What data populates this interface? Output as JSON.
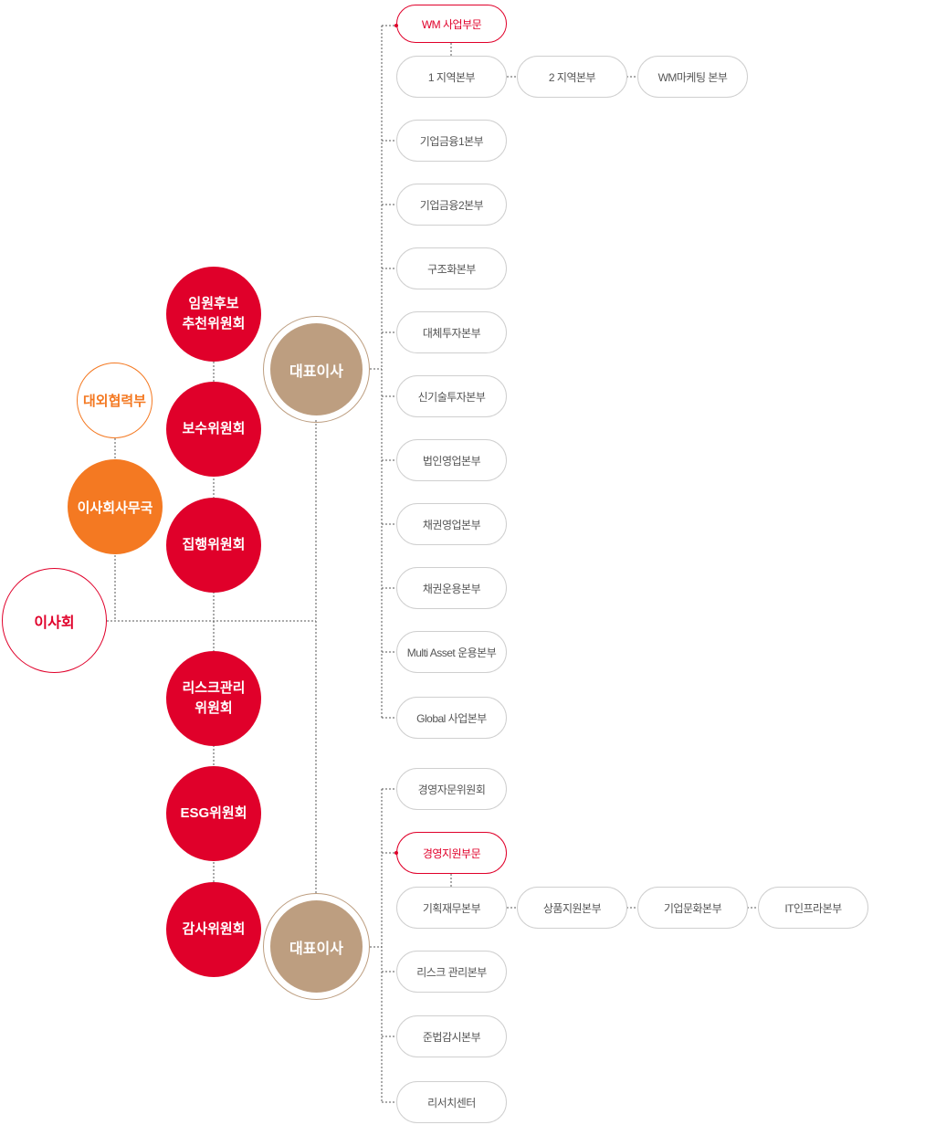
{
  "board": {
    "label": "이사회"
  },
  "secretariat": {
    "label": "이사회사무국"
  },
  "external_affairs": {
    "label": "대외협력부"
  },
  "committees": {
    "nomination": "임원후보\n추천위원회",
    "compensation": "보수위원회",
    "executive": "집행위원회",
    "risk": "리스크관리\n위원회",
    "esg": "ESG위원회",
    "audit": "감사위원회"
  },
  "ceo_top": {
    "label": "대표이사"
  },
  "ceo_bottom": {
    "label": "대표이사"
  },
  "top_units": {
    "wm": "WM 사업부문",
    "wm_region1": "1 지역본부",
    "wm_region2": "2 지역본부",
    "wm_marketing": "WM마케팅 본부",
    "corp_fin1": "기업금융1본부",
    "corp_fin2": "기업금융2본부",
    "structured": "구조화본부",
    "alt_invest": "대체투자본부",
    "new_tech": "신기술투자본부",
    "corp_sales": "법인영업본부",
    "bond_sales": "채권영업본부",
    "bond_mgmt": "채권운용본부",
    "multi_asset": "Multi Asset 운용본부",
    "global": "Global 사업본부"
  },
  "bottom_units": {
    "advisory": "경영자문위원회",
    "mgmt_support": "경영지원부문",
    "planning": "기획재무본부",
    "product": "상품지원본부",
    "culture": "기업문화본부",
    "it": "IT인프라본부",
    "risk_mgmt": "리스크 관리본부",
    "compliance": "준법감시본부",
    "research": "리서치센터"
  },
  "colors": {
    "red": "#e0002a",
    "orange": "#f47922",
    "ceo": "#bd9e80",
    "pill_border": "#cfcfcf"
  }
}
